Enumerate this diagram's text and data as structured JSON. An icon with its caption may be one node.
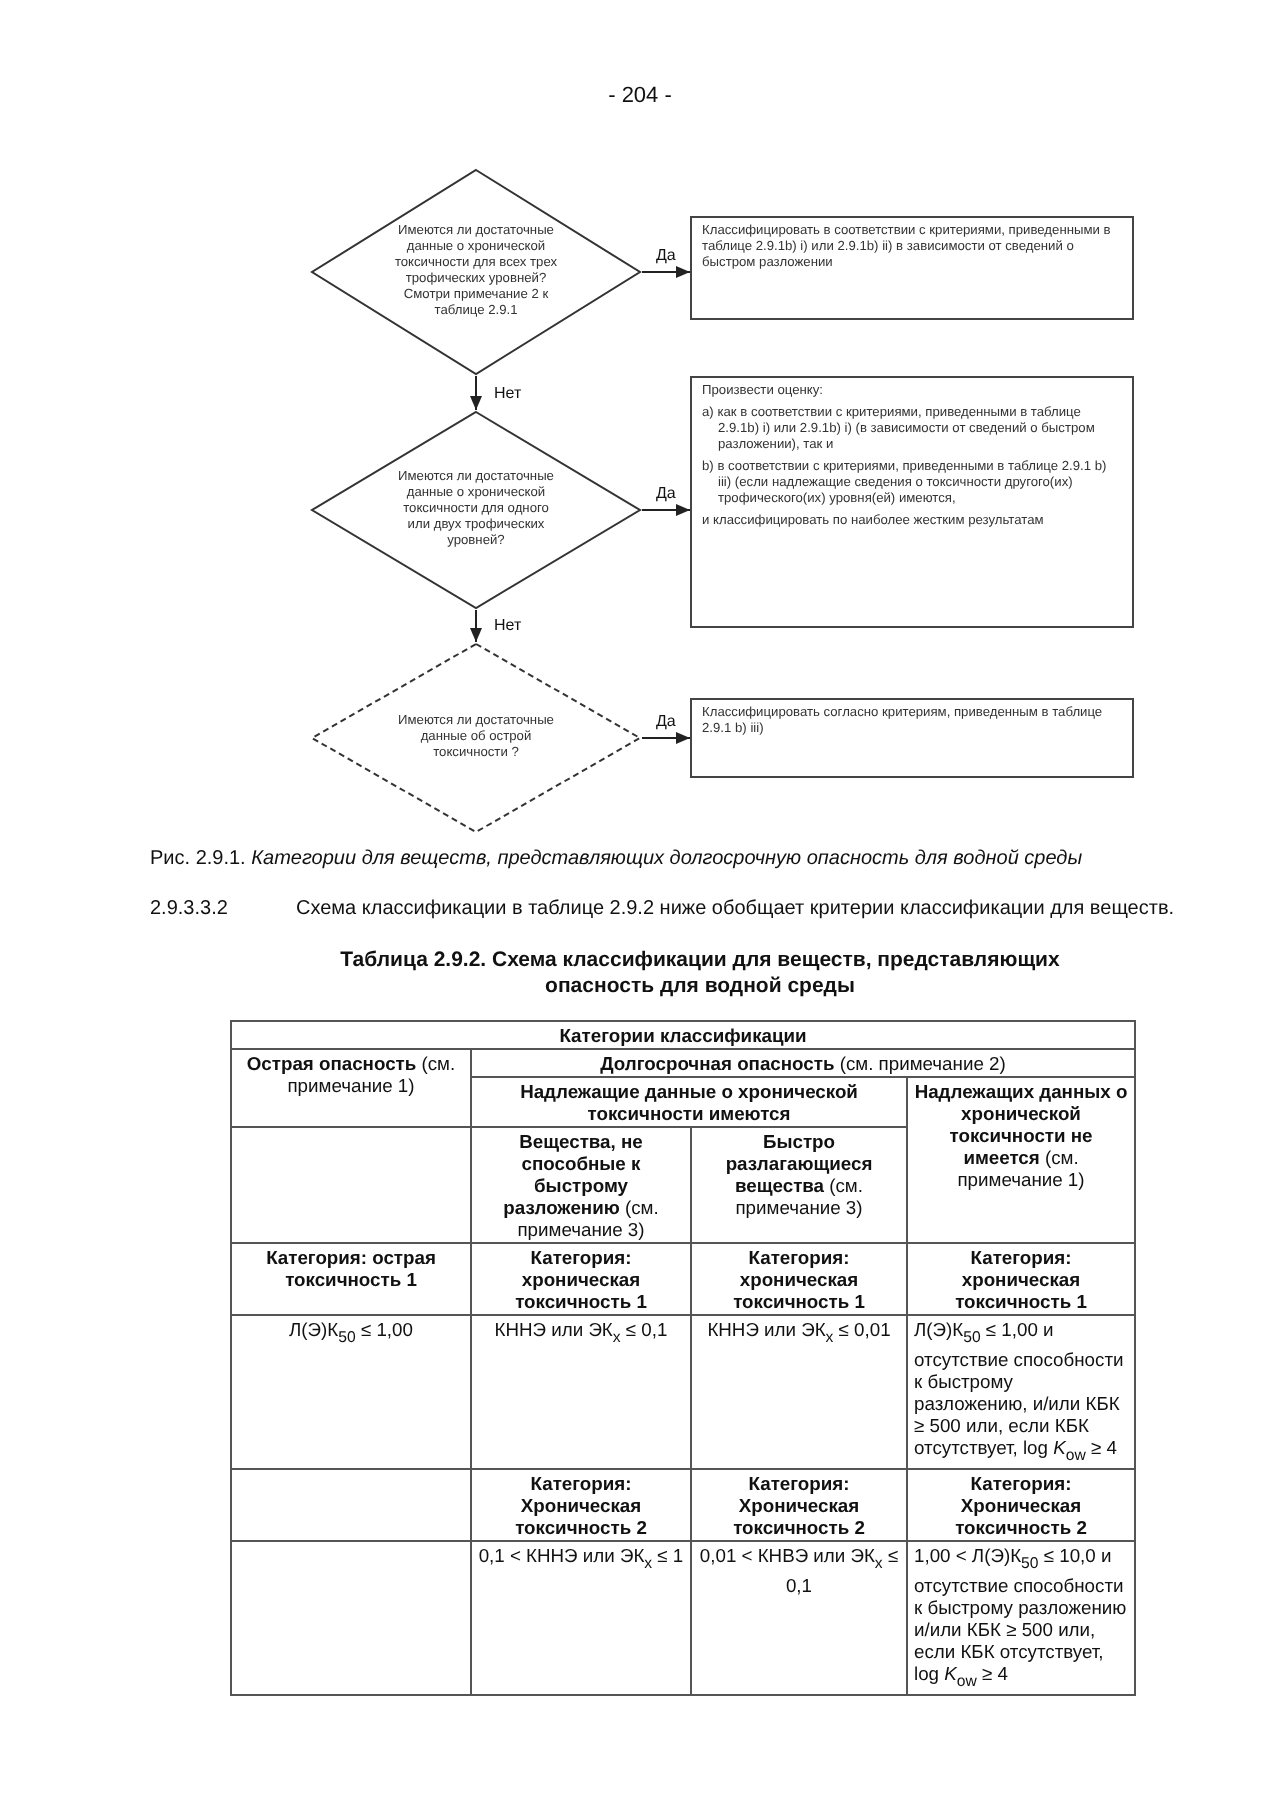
{
  "diagram": {
    "caption": "Рис. 2.9.1. *Категории для веществ, представляющих долгосрочную опасность для водной среды*",
    "nodes": [
      {
        "text": [
          "Имеются ли достаточные данные о хронической токсичности для всех трех трофических уровней? Смотри примечание 2 к таблице 2.9.1"
        ]
      },
      {
        "text": [
          "Классифицировать в соответствии с критериями, приведенными в таблице 2.9.1b) i) или 2.9.1b) ii) в зависимости от сведений о быстром разложении"
        ]
      },
      {
        "text": [
          "Имеются ли достаточные данные о хронической токсичности для одного или двух трофических уровней?"
        ]
      },
      {
        "text": [
          "Произвести оценку:",
          "a) как в соответствии с критериями, приведенными в таблице 2.9.1b) i) или 2.9.1b) i) (в зависимости от сведений о быстром разложении), так и",
          "b) в соответствии с критериями, приведенными в таблице 2.9.1 b) iii) (если надлежащие сведения о токсичности другого(их) трофического(их) уровня(ей) имеются,",
          "и классифицировать по наиболее жестким результатам"
        ]
      },
      {
        "text": [
          "Имеются ли достаточные данные об острой токсичности ?"
        ]
      },
      {
        "text": [
          "Классифицировать согласно критериям, приведенным в таблице 2.9.1 b) iii)"
        ]
      }
    ],
    "edges": [
      {
        "from": 0,
        "to": 1,
        "arrow": "to",
        "label": "Да"
      },
      {
        "from": 0,
        "to": 2,
        "arrow": "to",
        "label": "Нет"
      },
      {
        "from": 2,
        "to": 3,
        "arrow": "to",
        "label": "Да"
      },
      {
        "from": 2,
        "to": 4,
        "arrow": "to",
        "label": "Нет"
      },
      {
        "from": 4,
        "to": 5,
        "arrow": "to",
        "label": "Да"
      }
    ],
    "labels": [
      "- 204 -",
      "2.9.3.3.2",
      "Схема классификации в таблице 2.9.2 ниже обобщает критерии классификации для веществ.",
      "Таблица 2.9.2. Схема классификации для веществ, представляющих опасность для водной среды",
      "Категории классификации",
      "**Острая опасность** (см. примечание 1)",
      "**Долгосрочная опасность** (см. примечание 2)",
      "Надлежащие данные о хронической токсичности имеются",
      "**Надлежащих данных о хронической токсичности не имеется** (см. примечание 1)",
      "**Вещества, не способные к быстрому разложению** (см. примечание 3)",
      "**Быстро разлагающиеся вещества** (см. примечание 3)",
      "Категория: острая токсичность 1",
      "Категория: хроническая токсичность 1",
      "Категория: хроническая токсичность 1",
      "Категория: хроническая токсичность 1",
      "Л(Э)К$_{50}$ ≤ 1,00",
      "КННЭ или ЭК$_{x}$ ≤ 0,1",
      "КННЭ или ЭК$_{x}$ ≤ 0,01",
      "Л(Э)К$_{50}$ ≤ 1,00 и отсутствие способности к быстрому разложению, и/или КБК ≥ 500 или, если КБК отсутствует, log *K*$_{ow}$ ≥ 4",
      "Категория: Хроническая токсичность 2",
      "Категория: Хроническая токсичность 2",
      "Категория: Хроническая токсичность 2",
      "0,1 < КННЭ или ЭК$_{x}$ ≤ 1",
      "0,01 < КНВЭ или ЭК$_{x}$ ≤ 0,1",
      "1,00 < Л(Э)К$_{50}$ ≤ 10,0 и отсутствие способности к быстрому разложению и/или КБК ≥ 500 или, если КБК отсутствует, log *K*$_{ow}$ ≥ 4"
    ]
  }
}
